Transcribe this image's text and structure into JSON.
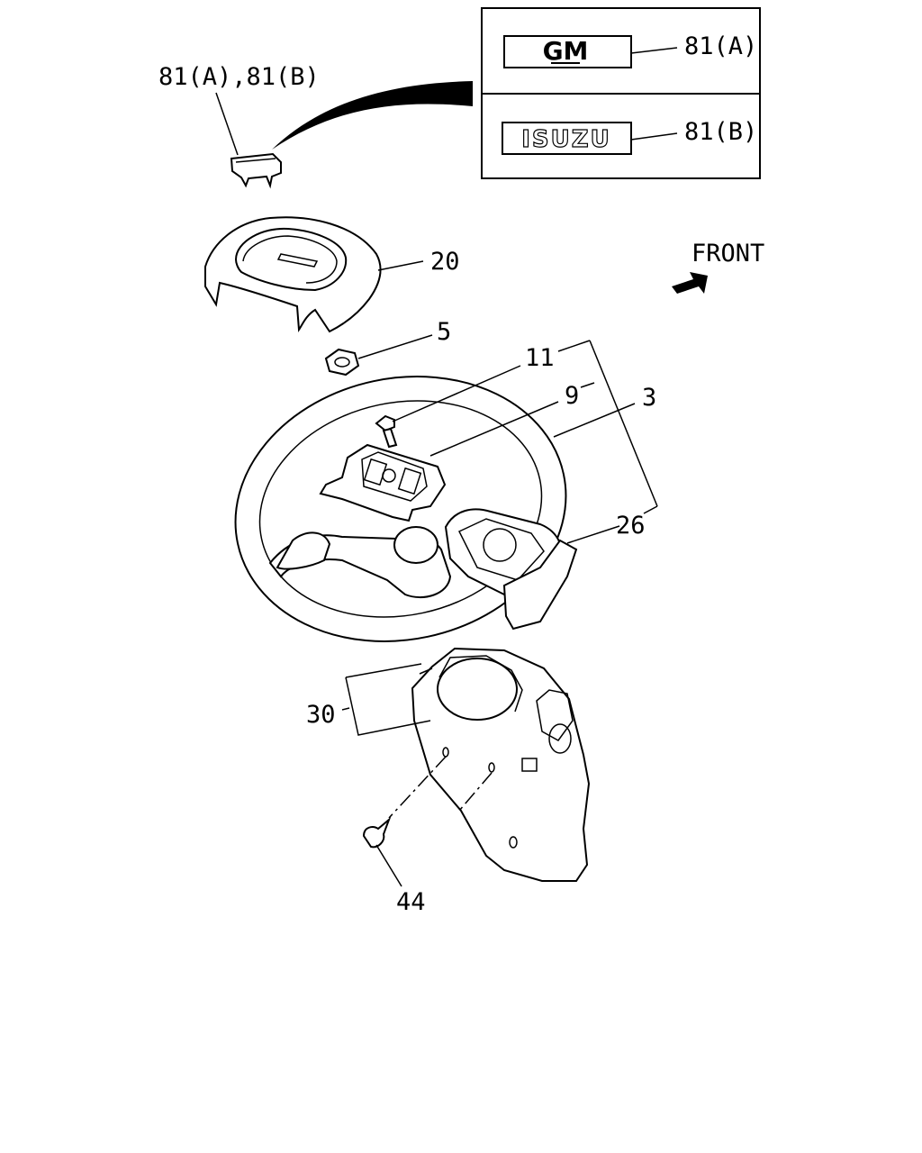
{
  "labels": {
    "emblem_ab": "81(A),81(B)",
    "emblem_a": "81(A)",
    "emblem_b": "81(B)",
    "pad": "20",
    "nut": "5",
    "bolt": "11",
    "plate": "9",
    "wheel": "3",
    "cover": "26",
    "column_cover": "30",
    "screw": "44",
    "front": "FRONT"
  },
  "logos": {
    "gm": "GM",
    "isuzu": "ISUZU"
  }
}
